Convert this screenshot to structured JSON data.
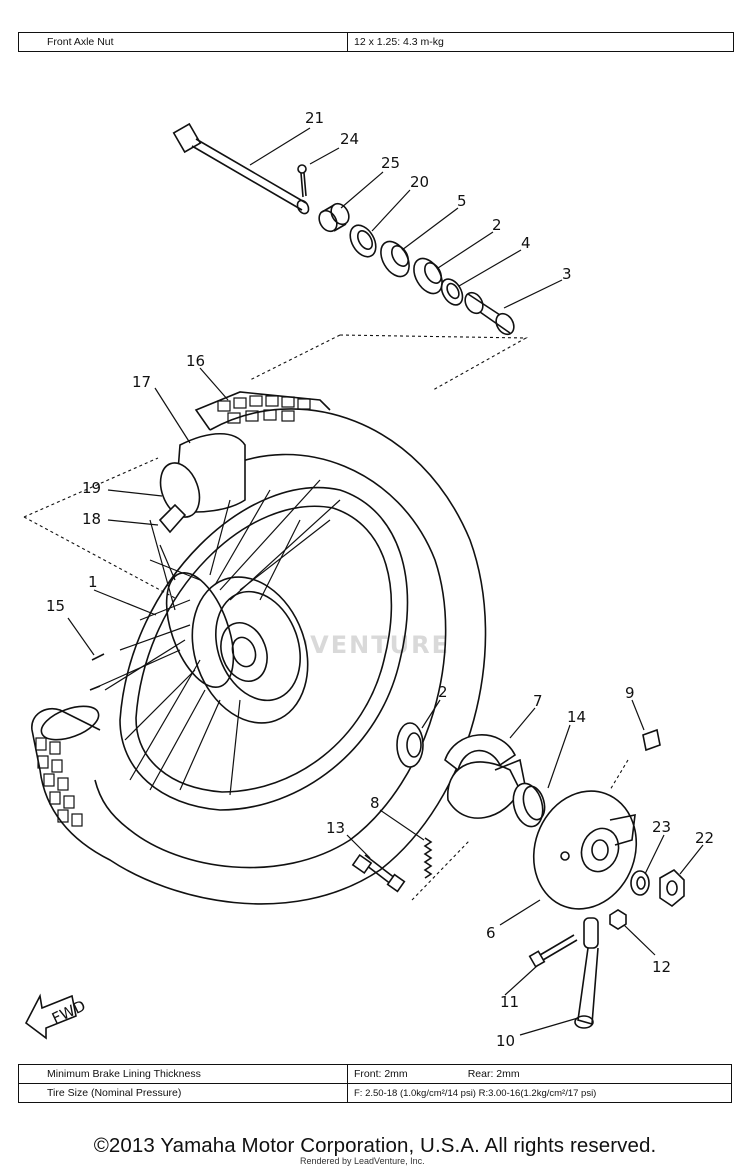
{
  "top_spec": {
    "label": "Front Axle Nut",
    "value": "12 x 1.25: 4.3 m-kg"
  },
  "bottom_specs": {
    "brake": {
      "label": "Minimum Brake Lining Thickness",
      "front": "Front: 2mm",
      "rear": "Rear: 2mm"
    },
    "tire": {
      "label": "Tire Size (Nominal Pressure)",
      "value": "F: 2.50-18 (1.0kg/cm²/14 psi) R:3.00-16(1.2kg/cm²/17 psi)"
    }
  },
  "watermark": "LEADVENTURE",
  "fwd_label": "FWD",
  "parts": [
    {
      "number": "21"
    },
    {
      "number": "24"
    },
    {
      "number": "25"
    },
    {
      "number": "20"
    },
    {
      "number": "5"
    },
    {
      "number": "2"
    },
    {
      "number": "4"
    },
    {
      "number": "3"
    },
    {
      "number": "16"
    },
    {
      "number": "17"
    },
    {
      "number": "19"
    },
    {
      "number": "18"
    },
    {
      "number": "1"
    },
    {
      "number": "15"
    },
    {
      "number": "2"
    },
    {
      "number": "7"
    },
    {
      "number": "14"
    },
    {
      "number": "9"
    },
    {
      "number": "8"
    },
    {
      "number": "13"
    },
    {
      "number": "23"
    },
    {
      "number": "22"
    },
    {
      "number": "6"
    },
    {
      "number": "12"
    },
    {
      "number": "11"
    },
    {
      "number": "10"
    }
  ],
  "copyright": "©2013 Yamaha Motor Corporation, U.S.A. All rights reserved.",
  "render_credit": "Rendered by LeadVenture, Inc."
}
